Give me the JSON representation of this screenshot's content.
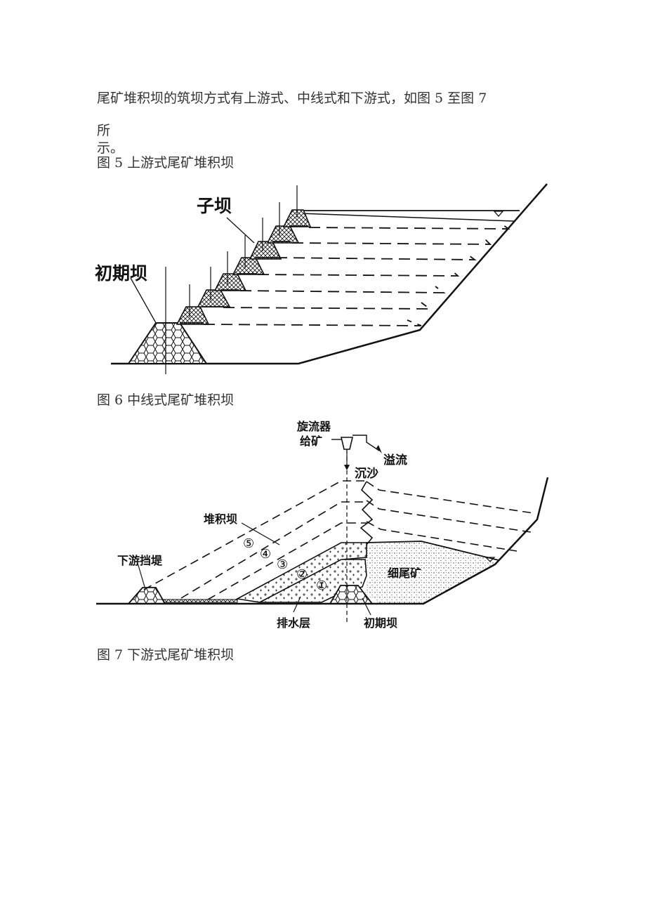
{
  "paragraph": {
    "line1": "尾矿堆积坝的筑坝方式有上游式、中线式和下游式，如图 5 至图 7",
    "line2": "所",
    "line3": "示。"
  },
  "figure5": {
    "caption": "图 5 上游式尾矿堆积坝",
    "labels": {
      "sub_dam": "子坝",
      "initial_dam": "初期坝"
    }
  },
  "figure6": {
    "caption": "图 6 中线式尾矿堆积坝",
    "labels": {
      "cyclone": "旋流器",
      "feed": "给矿",
      "overflow": "溢流",
      "sediment": "沉沙",
      "accum_dam": "堆积坝",
      "downstream_dike": "下游挡堤",
      "fine_tailings": "细尾矿",
      "drain_layer": "排水层",
      "initial_dam": "初期坝",
      "stage_5": "⑤",
      "stage_4": "④",
      "stage_3": "③",
      "stage_2": "②",
      "stage_1": "①"
    }
  },
  "figure7": {
    "caption": "图 7 下游式尾矿堆积坝"
  }
}
